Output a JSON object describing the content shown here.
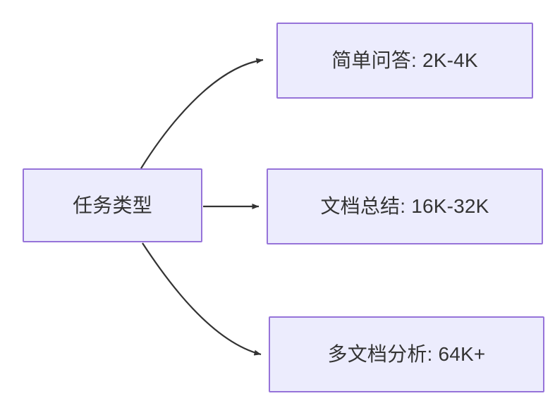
{
  "diagram": {
    "type": "flowchart",
    "direction": "left-to-right",
    "background_color": "#ffffff",
    "node_fill_color": "#ececfd",
    "node_border_color": "#9673d9",
    "node_text_color": "#333333",
    "edge_color": "#333333",
    "nodes": [
      {
        "id": "root",
        "label": "任务类型"
      },
      {
        "id": "simple_qa",
        "label": "简单问答: 2K-4K"
      },
      {
        "id": "doc_summary",
        "label": "文档总结: 16K-32K"
      },
      {
        "id": "multi_doc",
        "label": "多文档分析: 64K+"
      }
    ],
    "edges": [
      {
        "from": "root",
        "to": "simple_qa",
        "style": "curved",
        "arrowhead": "filled-triangle"
      },
      {
        "from": "root",
        "to": "doc_summary",
        "style": "straight",
        "arrowhead": "filled-triangle"
      },
      {
        "from": "root",
        "to": "multi_doc",
        "style": "curved",
        "arrowhead": "filled-triangle"
      }
    ]
  }
}
